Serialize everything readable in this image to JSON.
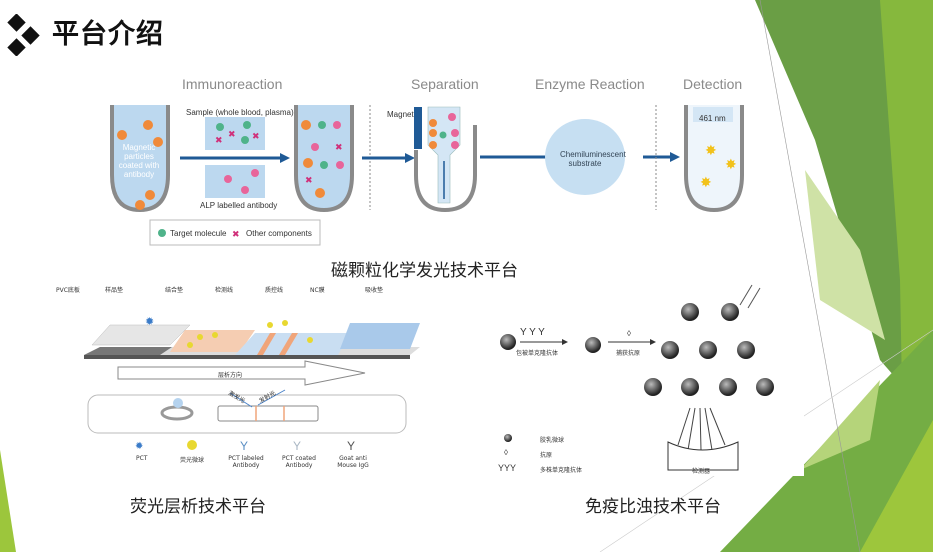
{
  "slide": {
    "title": "平台介绍",
    "title_icon": "diamond-cluster-icon",
    "accent_colors": {
      "dark_green": "#5f9a3c",
      "mid_green": "#76b043",
      "light_green": "#a6cc4a",
      "pale_green": "#d8e8b8"
    }
  },
  "clia": {
    "caption": "磁颗粒化学发光技术平台",
    "stages": [
      "Immunoreaction",
      "Separation",
      "Enzyme Reaction",
      "Detection"
    ],
    "tube1_label": "Magnetic particles coated with antibody",
    "sample_label": "Sample (whole blood, plasma)",
    "alp_label": "ALP labelled antibody",
    "magnet_label": "Magnet",
    "substrate_label": "Chemiluminescent substrate",
    "wavelength_label": "461 nm",
    "legend": [
      {
        "icon": "target-molecule-icon",
        "label": "Target molecule",
        "color": "#4fb38a"
      },
      {
        "icon": "other-components-icon",
        "label": "Other components",
        "color": "#d0307a"
      }
    ]
  },
  "flc": {
    "caption": "荧光层析技术平台",
    "parts": [
      "PVC底板",
      "样品垫",
      "结合垫",
      "检测线",
      "质控线",
      "NC膜",
      "吸收垫"
    ],
    "direction_label": "层析方向",
    "arrow_labels": [
      "激发光",
      "发射光"
    ],
    "legend": [
      {
        "icon": "pct-icon",
        "label": "PCT"
      },
      {
        "icon": "fluorescent-microsphere-icon",
        "label": "荧光微球"
      },
      {
        "icon": "pct-labeled-antibody-icon",
        "label": "PCT labeled Antibody"
      },
      {
        "icon": "pct-coated-antibody-icon",
        "label": "PCT coated Antibody"
      },
      {
        "icon": "goat-anti-mouse-igg-icon",
        "label": "Goat anti Mouse IgG"
      }
    ]
  },
  "turbidimetry": {
    "caption": "免疫比浊技术平台",
    "step1_label": "包被单克隆抗体",
    "step2_label": "捕获抗原",
    "detector_label": "检测器",
    "legend": [
      {
        "icon": "latex-microsphere-icon",
        "label": "胶乳微球"
      },
      {
        "icon": "antigen-icon",
        "label": "抗原"
      },
      {
        "icon": "monoclonal-antibody-icon",
        "label": "多株单克隆抗体"
      }
    ]
  }
}
